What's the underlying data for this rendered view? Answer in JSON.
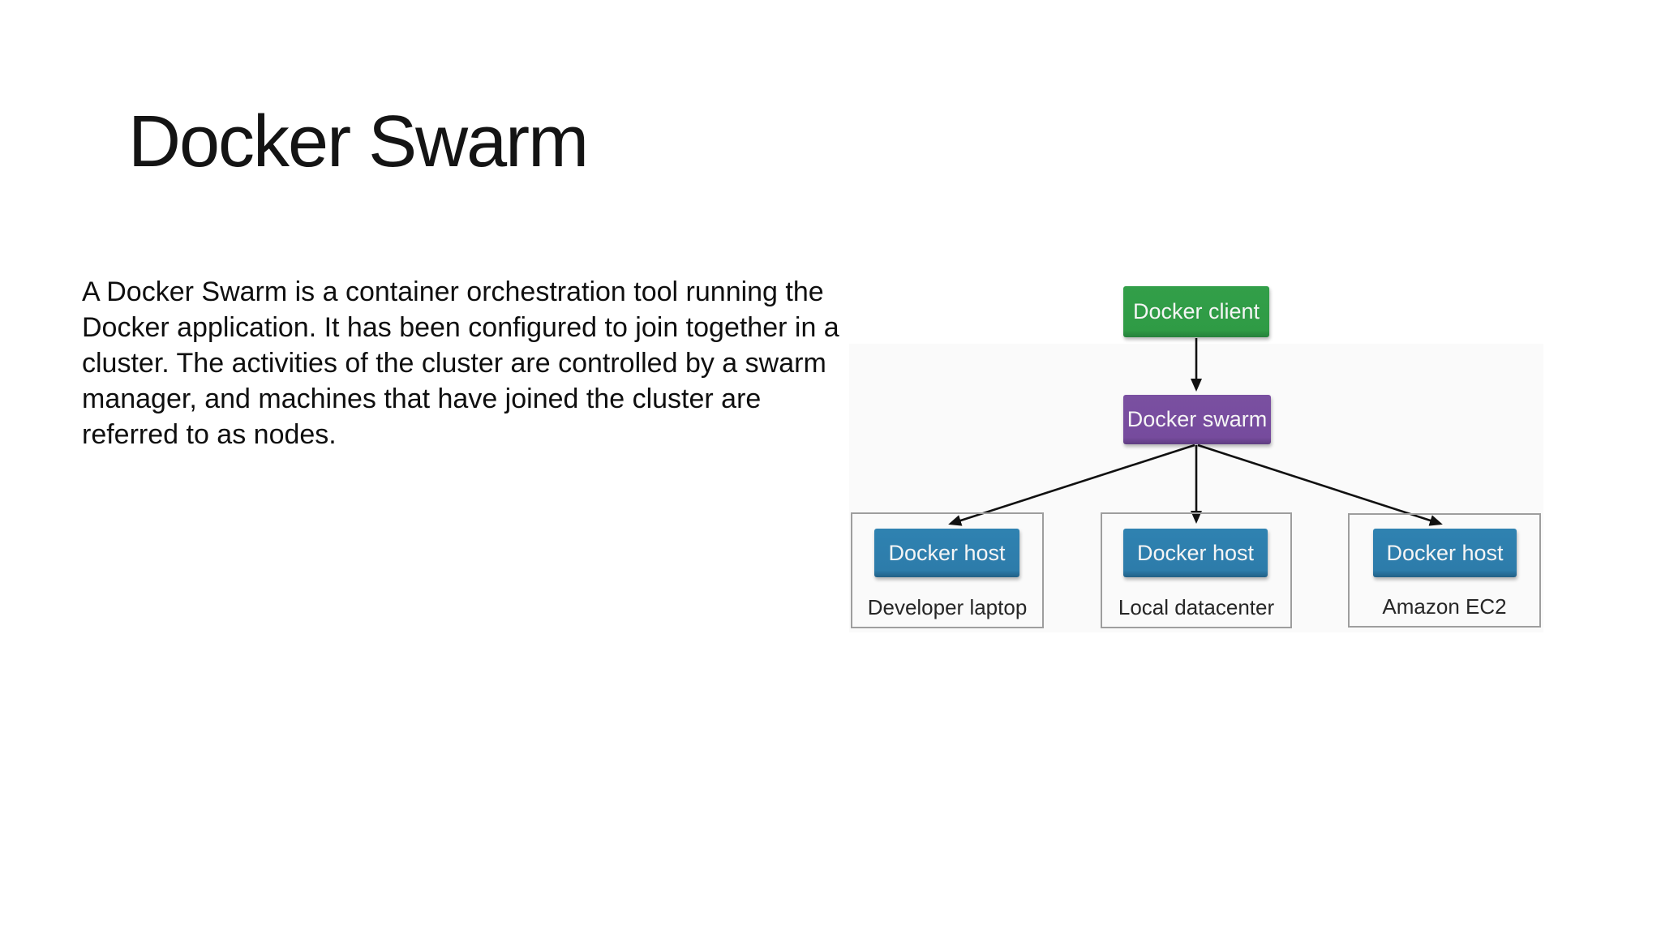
{
  "slide": {
    "title": "Docker Swarm",
    "body_text": "A Docker Swarm is a container orchestration tool running the\nDocker application. It has been configured to join together in a\ncluster. The activities of the cluster are controlled by a swarm\nmanager, and machines that have joined the cluster are\nreferred to as nodes."
  },
  "diagram": {
    "client": {
      "label": "Docker client",
      "color": "#2f9b45"
    },
    "swarm": {
      "label": "Docker swarm",
      "color": "#764b9d"
    },
    "hosts": [
      {
        "host_label": "Docker host",
        "group_label": "Developer laptop"
      },
      {
        "host_label": "Docker host",
        "group_label": "Local datacenter"
      },
      {
        "host_label": "Docker host",
        "group_label": "Amazon EC2"
      }
    ],
    "host_color": "#2d7caa",
    "arrow_color": "#111111",
    "group_border_color": "#9e9e9e",
    "panel_color": "#fafafa"
  }
}
